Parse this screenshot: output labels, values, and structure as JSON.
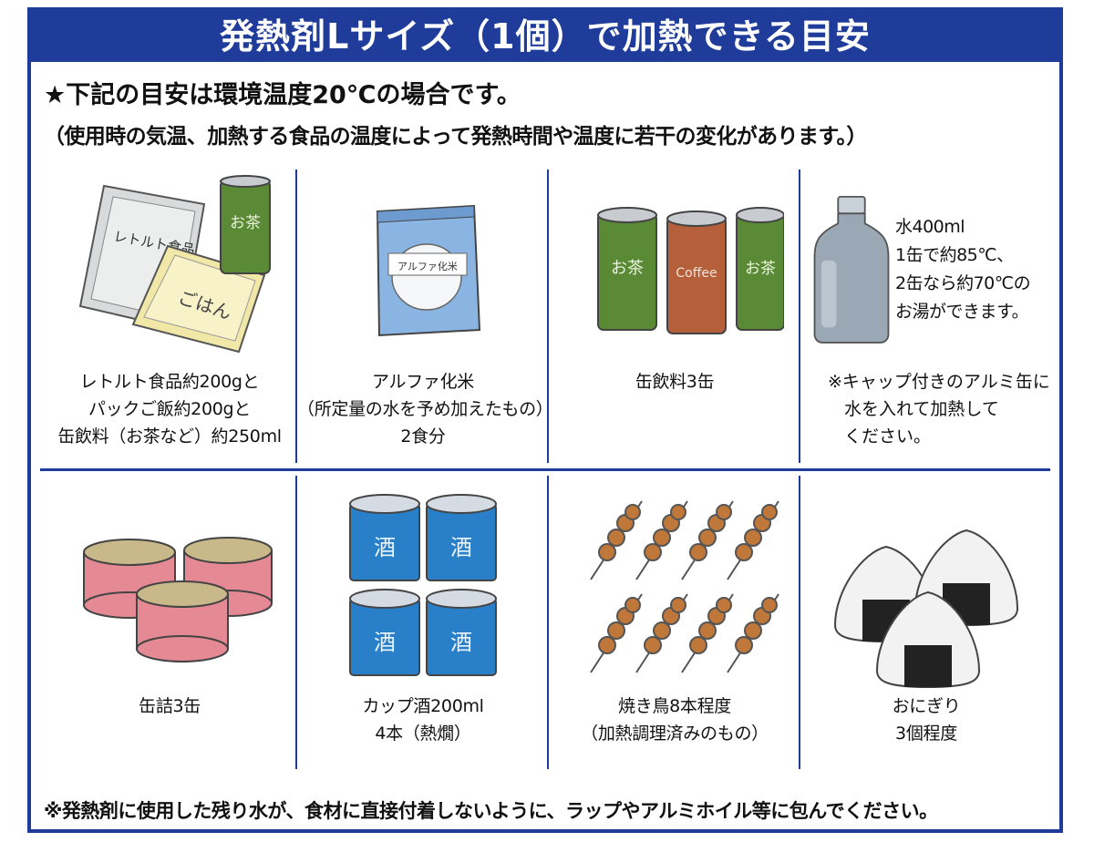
{
  "title": "発熱剤Lサイズ（1個）で加熱できる目安",
  "note_main": "★下記の目安は環境温度20℃の場合です。",
  "note_sub": "（使用時の気温、加熱する食品の温度によって発熱時間や温度に若干の変化があります。）",
  "cells": {
    "retort": {
      "lines": [
        "レトルト食品約200gと",
        "パックご飯約200gと",
        "缶飲料（お茶など）約250ml"
      ],
      "pack_label": "レトルト食品",
      "rice_label": "ごはん",
      "can_label": "お茶"
    },
    "alpha": {
      "lines": [
        "アルファ化米",
        "（所定量の水を予め加えたもの）",
        "2食分"
      ],
      "bag_label": "アルファ化米"
    },
    "cans3": {
      "lines": [
        "缶飲料3缶"
      ],
      "labels": [
        "お茶",
        "Coffee",
        "お茶"
      ]
    },
    "water": {
      "desc": [
        "水400ml",
        "1缶で約85℃、",
        "2缶なら約70℃の",
        "お湯ができます。"
      ],
      "warn": [
        "※キャップ付きのアルミ缶に",
        "水を入れて加熱して",
        "ください。"
      ]
    },
    "tuna": {
      "lines": [
        "缶詰3缶"
      ]
    },
    "sake": {
      "lines": [
        "カップ酒200ml",
        "4本（熱燗）"
      ],
      "cup_label": "酒"
    },
    "yakitori": {
      "lines": [
        "焼き鳥8本程度",
        "（加熱調理済みのもの）"
      ]
    },
    "onigiri": {
      "lines": [
        "おにぎり",
        "3個程度"
      ]
    }
  },
  "footer": "※発熱剤に使用した残り水が、食材に直接付着しないように、ラップやアルミホイル等に包んでください。",
  "colors": {
    "brand_blue": "#1f3c9a",
    "tea_green": "#5a8a35",
    "coffee_brown": "#b5603a",
    "tuna_pink": "#e58a94",
    "sake_blue": "#2a80c8",
    "yakitori_brown": "#c0773a",
    "bottle_gray": "#9aa7b4"
  }
}
